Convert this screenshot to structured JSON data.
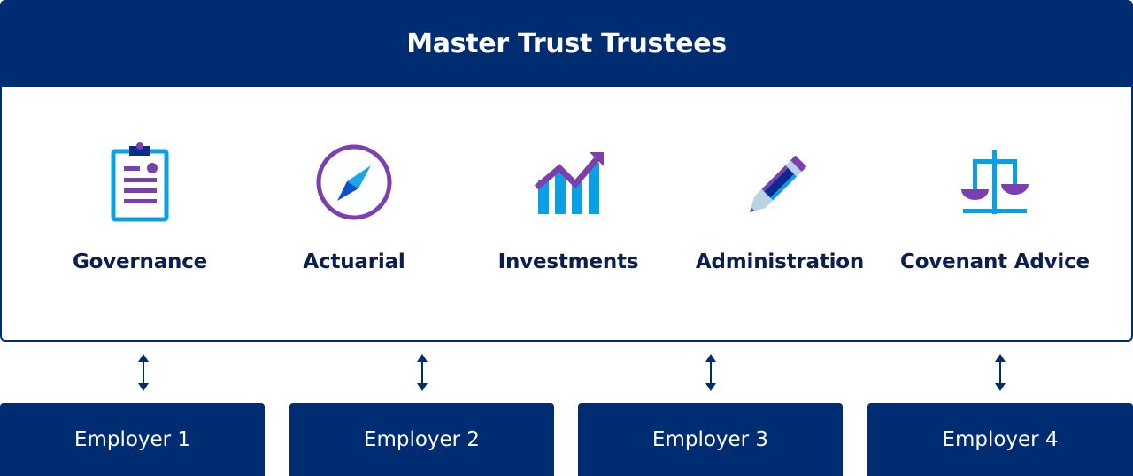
{
  "title": "Master Trust Trustees",
  "services": [
    {
      "label": "Governance",
      "icon": "clipboard-icon"
    },
    {
      "label": "Actuarial",
      "icon": "compass-icon"
    },
    {
      "label": "Investments",
      "icon": "growth-chart-icon"
    },
    {
      "label": "Administration",
      "icon": "pencil-icon"
    },
    {
      "label": "Covenant Advice",
      "icon": "scales-icon"
    }
  ],
  "employers": [
    {
      "label": "Employer 1"
    },
    {
      "label": "Employer 2"
    },
    {
      "label": "Employer 3"
    },
    {
      "label": "Employer 4"
    }
  ],
  "colors": {
    "navy": "#002d72",
    "purple": "#7b3fb0",
    "cyan": "#0aa0e6",
    "blue": "#0a50c8"
  }
}
